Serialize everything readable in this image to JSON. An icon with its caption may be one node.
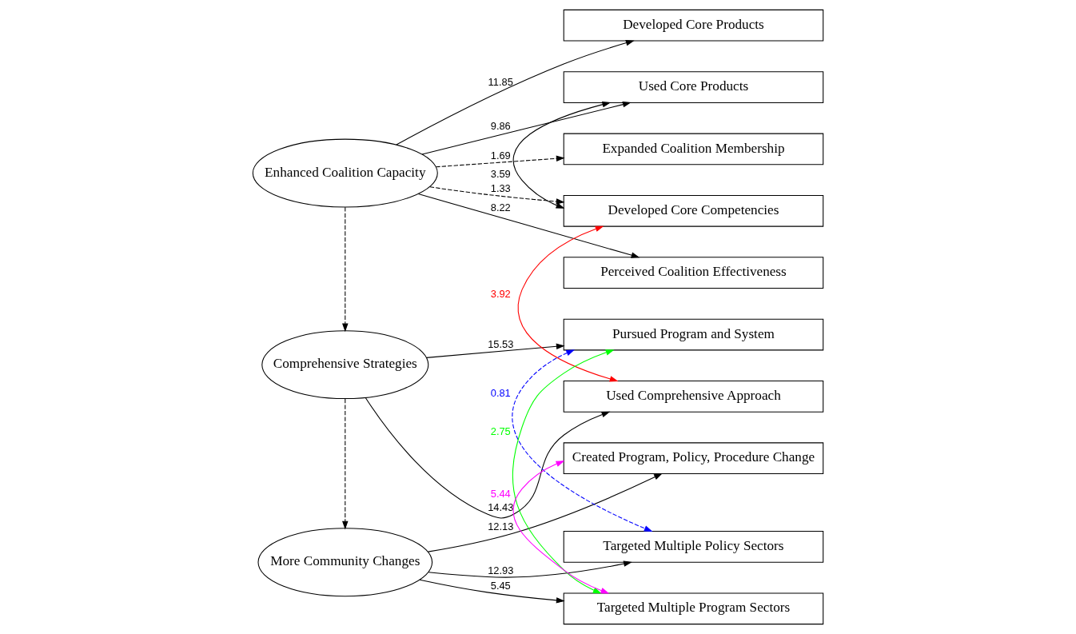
{
  "diagram": {
    "nodes": [
      {
        "text": [
          "Enhanced Coalition Capacity"
        ]
      },
      {
        "text": [
          "Comprehensive Strategies"
        ]
      },
      {
        "text": [
          "More Community Changes"
        ]
      },
      {
        "text": [
          "Developed Core Products"
        ]
      },
      {
        "text": [
          "Used Core Products"
        ]
      },
      {
        "text": [
          "Expanded Coalition Membership"
        ]
      },
      {
        "text": [
          "Developed Core Competencies"
        ]
      },
      {
        "text": [
          "Perceived Coalition Effectiveness"
        ]
      },
      {
        "text": [
          "Pursued Program and System"
        ]
      },
      {
        "text": [
          "Used Comprehensive Approach"
        ]
      },
      {
        "text": [
          "Created Program, Policy, Procedure Change"
        ]
      },
      {
        "text": [
          "Targeted Multiple Policy Sectors"
        ]
      },
      {
        "text": [
          "Targeted Multiple Program Sectors"
        ]
      }
    ],
    "edges": [
      {
        "from": 0,
        "to": 3,
        "arrow": "to",
        "label": "11.85"
      },
      {
        "from": 0,
        "to": 4,
        "arrow": "to",
        "label": "9.86"
      },
      {
        "from": 0,
        "to": 5,
        "arrow": "to",
        "label": "1.69",
        "style": "dashed"
      },
      {
        "from": 0,
        "to": 6,
        "arrow": "to",
        "label": "1.33",
        "style": "dashed"
      },
      {
        "from": 0,
        "to": 7,
        "arrow": "to",
        "label": "8.22"
      },
      {
        "from": 1,
        "to": 8,
        "arrow": "to",
        "label": "15.53"
      },
      {
        "from": 1,
        "to": 9,
        "arrow": "to",
        "label": "14.43"
      },
      {
        "from": 2,
        "to": 10,
        "arrow": "to",
        "label": "12.13"
      },
      {
        "from": 2,
        "to": 11,
        "arrow": "to",
        "label": "12.93"
      },
      {
        "from": 2,
        "to": 12,
        "arrow": "to",
        "label": "5.45"
      },
      {
        "from": 0,
        "to": 1,
        "arrow": "to",
        "style": "dashed"
      },
      {
        "from": 1,
        "to": 2,
        "arrow": "to",
        "style": "dashed"
      },
      {
        "from": 4,
        "to": 6,
        "arrow": "both",
        "label": "3.59"
      },
      {
        "from": 6,
        "to": 9,
        "arrow": "both",
        "label": "3.92",
        "color": "#ff0000"
      },
      {
        "from": 8,
        "to": 11,
        "arrow": "both",
        "label": "0.81",
        "style": "dashed",
        "color": "#0000ff"
      },
      {
        "from": 8,
        "to": 12,
        "arrow": "both",
        "label": "2.75",
        "color": "#00ff00"
      },
      {
        "from": 10,
        "to": 12,
        "arrow": "both",
        "label": "5.44",
        "color": "#ff00ff"
      }
    ]
  }
}
